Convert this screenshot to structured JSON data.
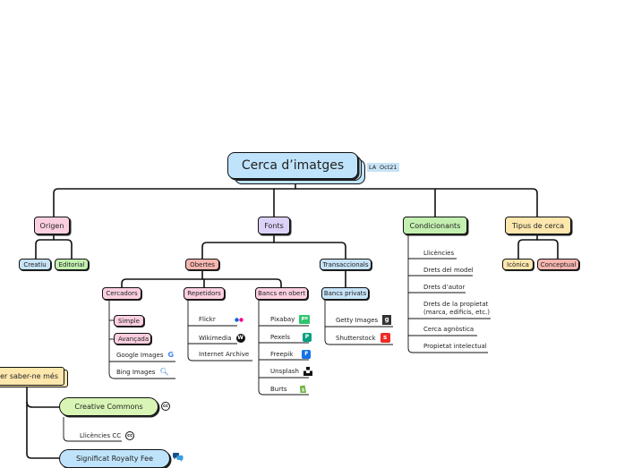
{
  "root": {
    "title": "Cerca d’imatges",
    "tag1": "LA",
    "tag2": "Oct21"
  },
  "branches": {
    "origen": {
      "label": "Origen",
      "children": [
        "Creatiu",
        "Editorial"
      ]
    },
    "fonts": {
      "label": "Fonts",
      "obertes": {
        "label": "Obertes",
        "cercadors": {
          "label": "Cercadors",
          "items": [
            "Simple",
            "Avançada",
            "Google Images",
            "Bing Images"
          ]
        },
        "repetidors": {
          "label": "Repetidors",
          "items": [
            "Flickr",
            "Wikimedia",
            "Internet Archive"
          ]
        },
        "bancs": {
          "label": "Bancs en obert",
          "items": [
            "Pixabay",
            "Pexels",
            "Freepik",
            "Unsplash",
            "Burts"
          ]
        }
      },
      "transaccionals": {
        "label": "Transaccionals",
        "bancs_privats": {
          "label": "Bancs privats",
          "items": [
            "Getty Images",
            "Shutterstock"
          ]
        }
      }
    },
    "condicionants": {
      "label": "Condicionants",
      "items": [
        "Llicències",
        "Drets del model",
        "Drets d’autor",
        "Drets de la propietat",
        "(marca, edificis, etc.)",
        "Cerca agnòstica",
        "Propietat intelectual"
      ]
    },
    "tipus": {
      "label": "Tipus de cerca",
      "children": [
        "Icònica",
        "Conceptual"
      ]
    }
  },
  "saber": {
    "label": "er saber-ne més",
    "cc": {
      "label": "Creative Commons",
      "child": "Llicències CC"
    },
    "royalty": {
      "label": "Significat Royalty Fee"
    }
  },
  "icons": {
    "google": "google-icon",
    "bing": "bing-icon",
    "flickr": "flickr-icon",
    "wikimedia": "wikimedia-icon",
    "pixabay": "pixabay-icon",
    "pexels": "pexels-icon",
    "freepik": "freepik-icon",
    "unsplash": "unsplash-icon",
    "burts": "burst-icon",
    "getty": "getty-icon",
    "shutterstock": "shutterstock-icon",
    "cc": "creative-commons-icon",
    "chat": "comments-icon"
  },
  "colors": {
    "root": "#bfe3fb",
    "pink": "#fbcfe0",
    "purple": "#dcd2f8",
    "green": "#c3f0b0",
    "yellow": "#fde7ad",
    "red": "#f7b6b0",
    "blue": "#c7e3f7",
    "cc": "#d8f5b5",
    "royalty": "#bfe3fb"
  }
}
